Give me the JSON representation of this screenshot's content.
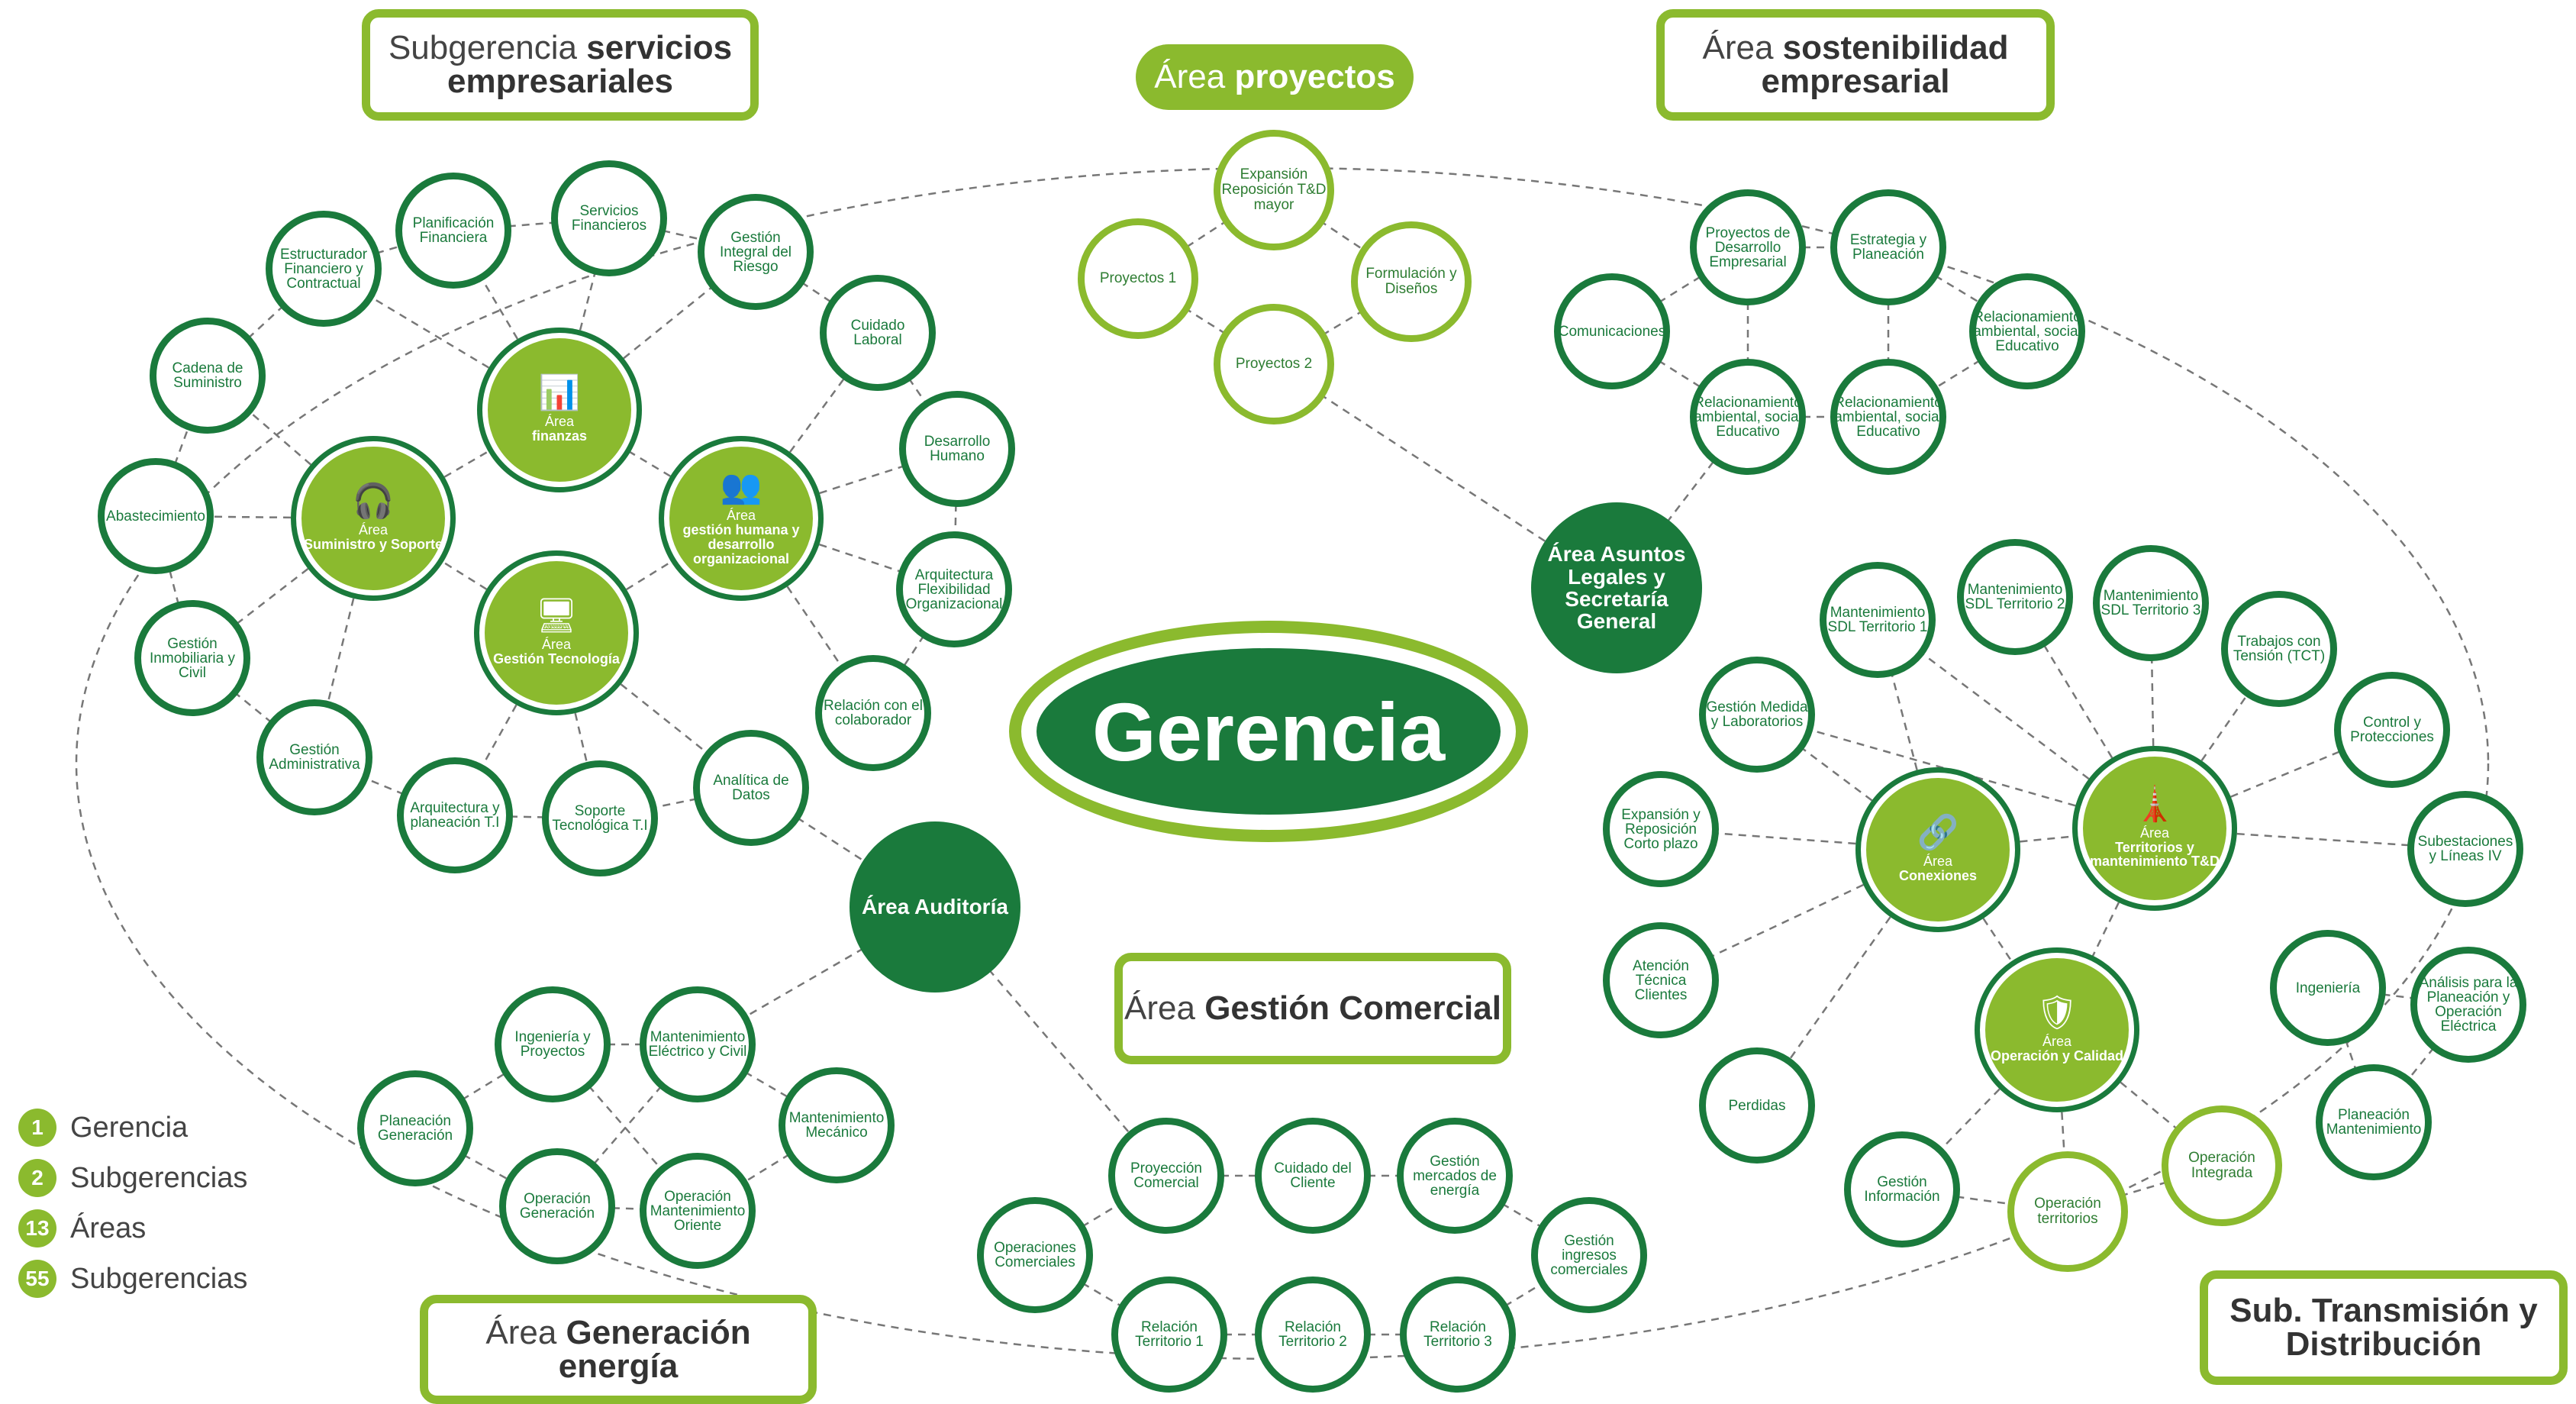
{
  "center": {
    "title": "Gerencia"
  },
  "titles": {
    "servicios": {
      "light": "Subgerencia ",
      "bold": "servicios empresariales"
    },
    "proyectos": {
      "light": "Área ",
      "bold": "proyectos"
    },
    "sostenibilidad": {
      "light": "Área ",
      "bold": "sostenibilidad empresarial"
    },
    "comercial": {
      "light": "Área ",
      "bold": "Gestión Comercial"
    },
    "generacion": {
      "light": "Área ",
      "bold": "Generación energía"
    },
    "transmision": {
      "bold": "Sub. Transmisión y Distribución"
    }
  },
  "legend": [
    {
      "badge": "1",
      "label": "Gerencia"
    },
    {
      "badge": "2",
      "label": "Subgerencias"
    },
    {
      "badge": "13",
      "label": "Áreas"
    },
    {
      "badge": "55",
      "label": "Subgerencias"
    }
  ],
  "areas": {
    "finanzas": {
      "pre": "Área",
      "name": "finanzas",
      "icon": "chart-icon"
    },
    "suministro": {
      "pre": "Área",
      "name": "Suministro y Soporte",
      "icon": "support-icon"
    },
    "humana": {
      "pre": "Área",
      "name": "gestión humana y desarrollo organizacional",
      "icon": "people-icon"
    },
    "tecnologia": {
      "pre": "Área",
      "name": "Gestión Tecnología",
      "icon": "tech-icon"
    },
    "conexiones": {
      "pre": "Área",
      "name": "Conexiones",
      "icon": "network-icon"
    },
    "territorios": {
      "pre": "Área",
      "name": "Territorios y mantenimiento T&D",
      "icon": "tower-icon"
    },
    "operacion": {
      "pre": "Área",
      "name": "Operación y Calidad",
      "icon": "shield-icon"
    }
  },
  "dark": {
    "auditoria": "Área Auditoría",
    "legales": "Área Asuntos Legales y Secretaría General"
  },
  "nodes": {
    "planificacion": "Planificación Financiera",
    "servicios_fin": "Servicios Financieros",
    "riesgo": "Gestión Integral del Riesgo",
    "estructurador": "Estructurador Financiero y Contractual",
    "cadena": "Cadena de Suministro",
    "cuidado": "Cuidado Laboral",
    "desarrollo": "Desarrollo Humano",
    "abastecimiento": "Abastecimiento",
    "arq_flex": "Arquitectura Flexibilidad Organizacional",
    "inmobiliaria": "Gestión Inmobiliaria y Civil",
    "relacion_col": "Relación con el colaborador",
    "administrativa": "Gestión Administrativa",
    "arq_ti": "Arquitectura y planeación T.I",
    "soporte_ti": "Soporte Tecnológica T.I",
    "analitica": "Analítica de Datos",
    "expansion_td": "Expansión Reposición T&D mayor",
    "proyectos1": "Proyectos 1",
    "formulacion": "Formulación y Diseños",
    "proyectos2": "Proyectos 2",
    "proy_desarrollo": "Proyectos de Desarrollo Empresarial",
    "estrategia": "Estrategia y Planeación",
    "comunicaciones": "Comunicaciones",
    "rel_amb1": "Relacionamiento ambiental, social Educativo",
    "rel_amb2": "Relacionamiento ambiental, social Educativo",
    "rel_amb3": "Relacionamiento ambiental, social Educativo",
    "mant_sdl1": "Mantenimiento SDL Territorio 1",
    "mant_sdl2": "Mantenimiento SDL Territorio 2",
    "mant_sdl3": "Mantenimiento SDL Territorio 3",
    "trabajos_tct": "Trabajos con Tensión (TCT)",
    "medida": "Gestión Medida y Laboratorios",
    "control": "Control y Protecciones",
    "expansion_cp": "Expansión y Reposición Corto plazo",
    "subestaciones": "Subestaciones y Líneas IV",
    "atencion": "Atención Técnica Clientes",
    "ingenieria": "Ingeniería",
    "analisis": "Análisis para la Planeación y Operación Eléctrica",
    "perdidas": "Perdidas",
    "plan_mant": "Planeación Mantenimiento",
    "op_integrada": "Operación Integrada",
    "gest_info": "Gestión Información",
    "op_territorios": "Operación territorios",
    "ing_proyectos": "Ingeniería y Proyectos",
    "mant_electrico": "Mantenimiento Eléctrico y Civil",
    "plan_generacion": "Planeación Generación",
    "mant_mecanico": "Mantenimiento Mecánico",
    "op_generacion": "Operación Generación",
    "op_mant_oriente": "Operación Mantenimiento Oriente",
    "proy_comercial": "Proyección Comercial",
    "cuidado_cliente": "Cuidado del Cliente",
    "mercados": "Gestión mercados de energía",
    "op_comerciales": "Operaciones Comerciales",
    "ingresos": "Gestión ingresos comerciales",
    "rel_t1": "Relación Territorio 1",
    "rel_t2": "Relación Territorio 2",
    "rel_t3": "Relación Territorio 3"
  },
  "colors": {
    "dark_green": "#1a7a3c",
    "light_green": "#8bba2e"
  }
}
